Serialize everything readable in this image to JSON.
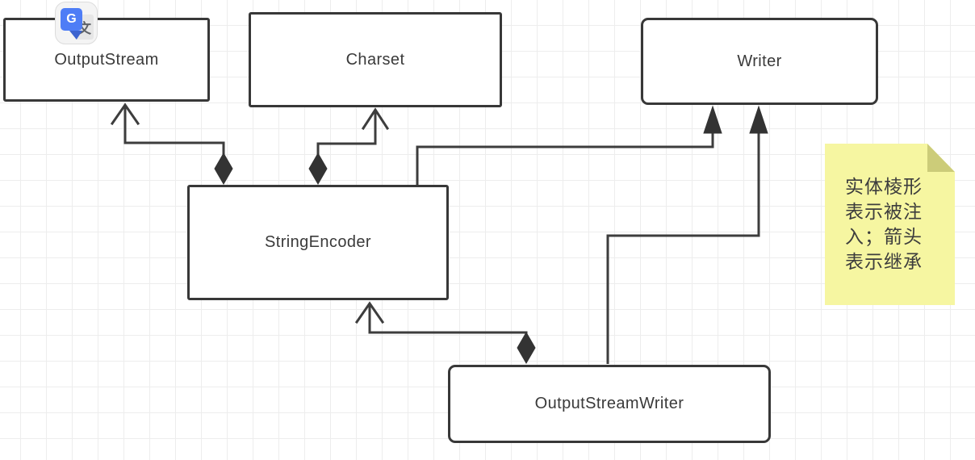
{
  "diagram": {
    "nodes": {
      "output_stream": {
        "label": "OutputStream"
      },
      "charset": {
        "label": "Charset"
      },
      "writer": {
        "label": "Writer"
      },
      "string_encoder": {
        "label": "StringEncoder"
      },
      "output_stream_writer": {
        "label": "OutputStreamWriter"
      }
    },
    "edges": [
      {
        "from": "StringEncoder",
        "to": "OutputStream",
        "tail": "filled-diamond",
        "head": "open-arrow",
        "meaning": "injected"
      },
      {
        "from": "StringEncoder",
        "to": "Charset",
        "tail": "filled-diamond",
        "head": "open-arrow",
        "meaning": "injected"
      },
      {
        "from": "StringEncoder",
        "to": "Writer",
        "tail": "none",
        "head": "filled-arrow",
        "meaning": "inherits"
      },
      {
        "from": "OutputStreamWriter",
        "to": "StringEncoder",
        "tail": "filled-diamond",
        "head": "open-arrow",
        "meaning": "injected"
      },
      {
        "from": "OutputStreamWriter",
        "to": "Writer",
        "tail": "none",
        "head": "filled-arrow",
        "meaning": "inherits"
      }
    ]
  },
  "note": {
    "text": "实体棱形表示被注入；箭头表示继承",
    "lines": [
      "实体棱形",
      "表示被注",
      "入；箭头",
      "表示继承"
    ],
    "bg": "#f6f6a1",
    "fold_color": "#cccc79"
  },
  "translate_icon": {
    "g_glyph": "G",
    "translate_glyph": "文"
  },
  "colors": {
    "node_border": "#383838",
    "node_bg": "#ffffff",
    "edge": "#3d3d3d",
    "text": "#3a3a3a",
    "grid": "#ededed"
  }
}
